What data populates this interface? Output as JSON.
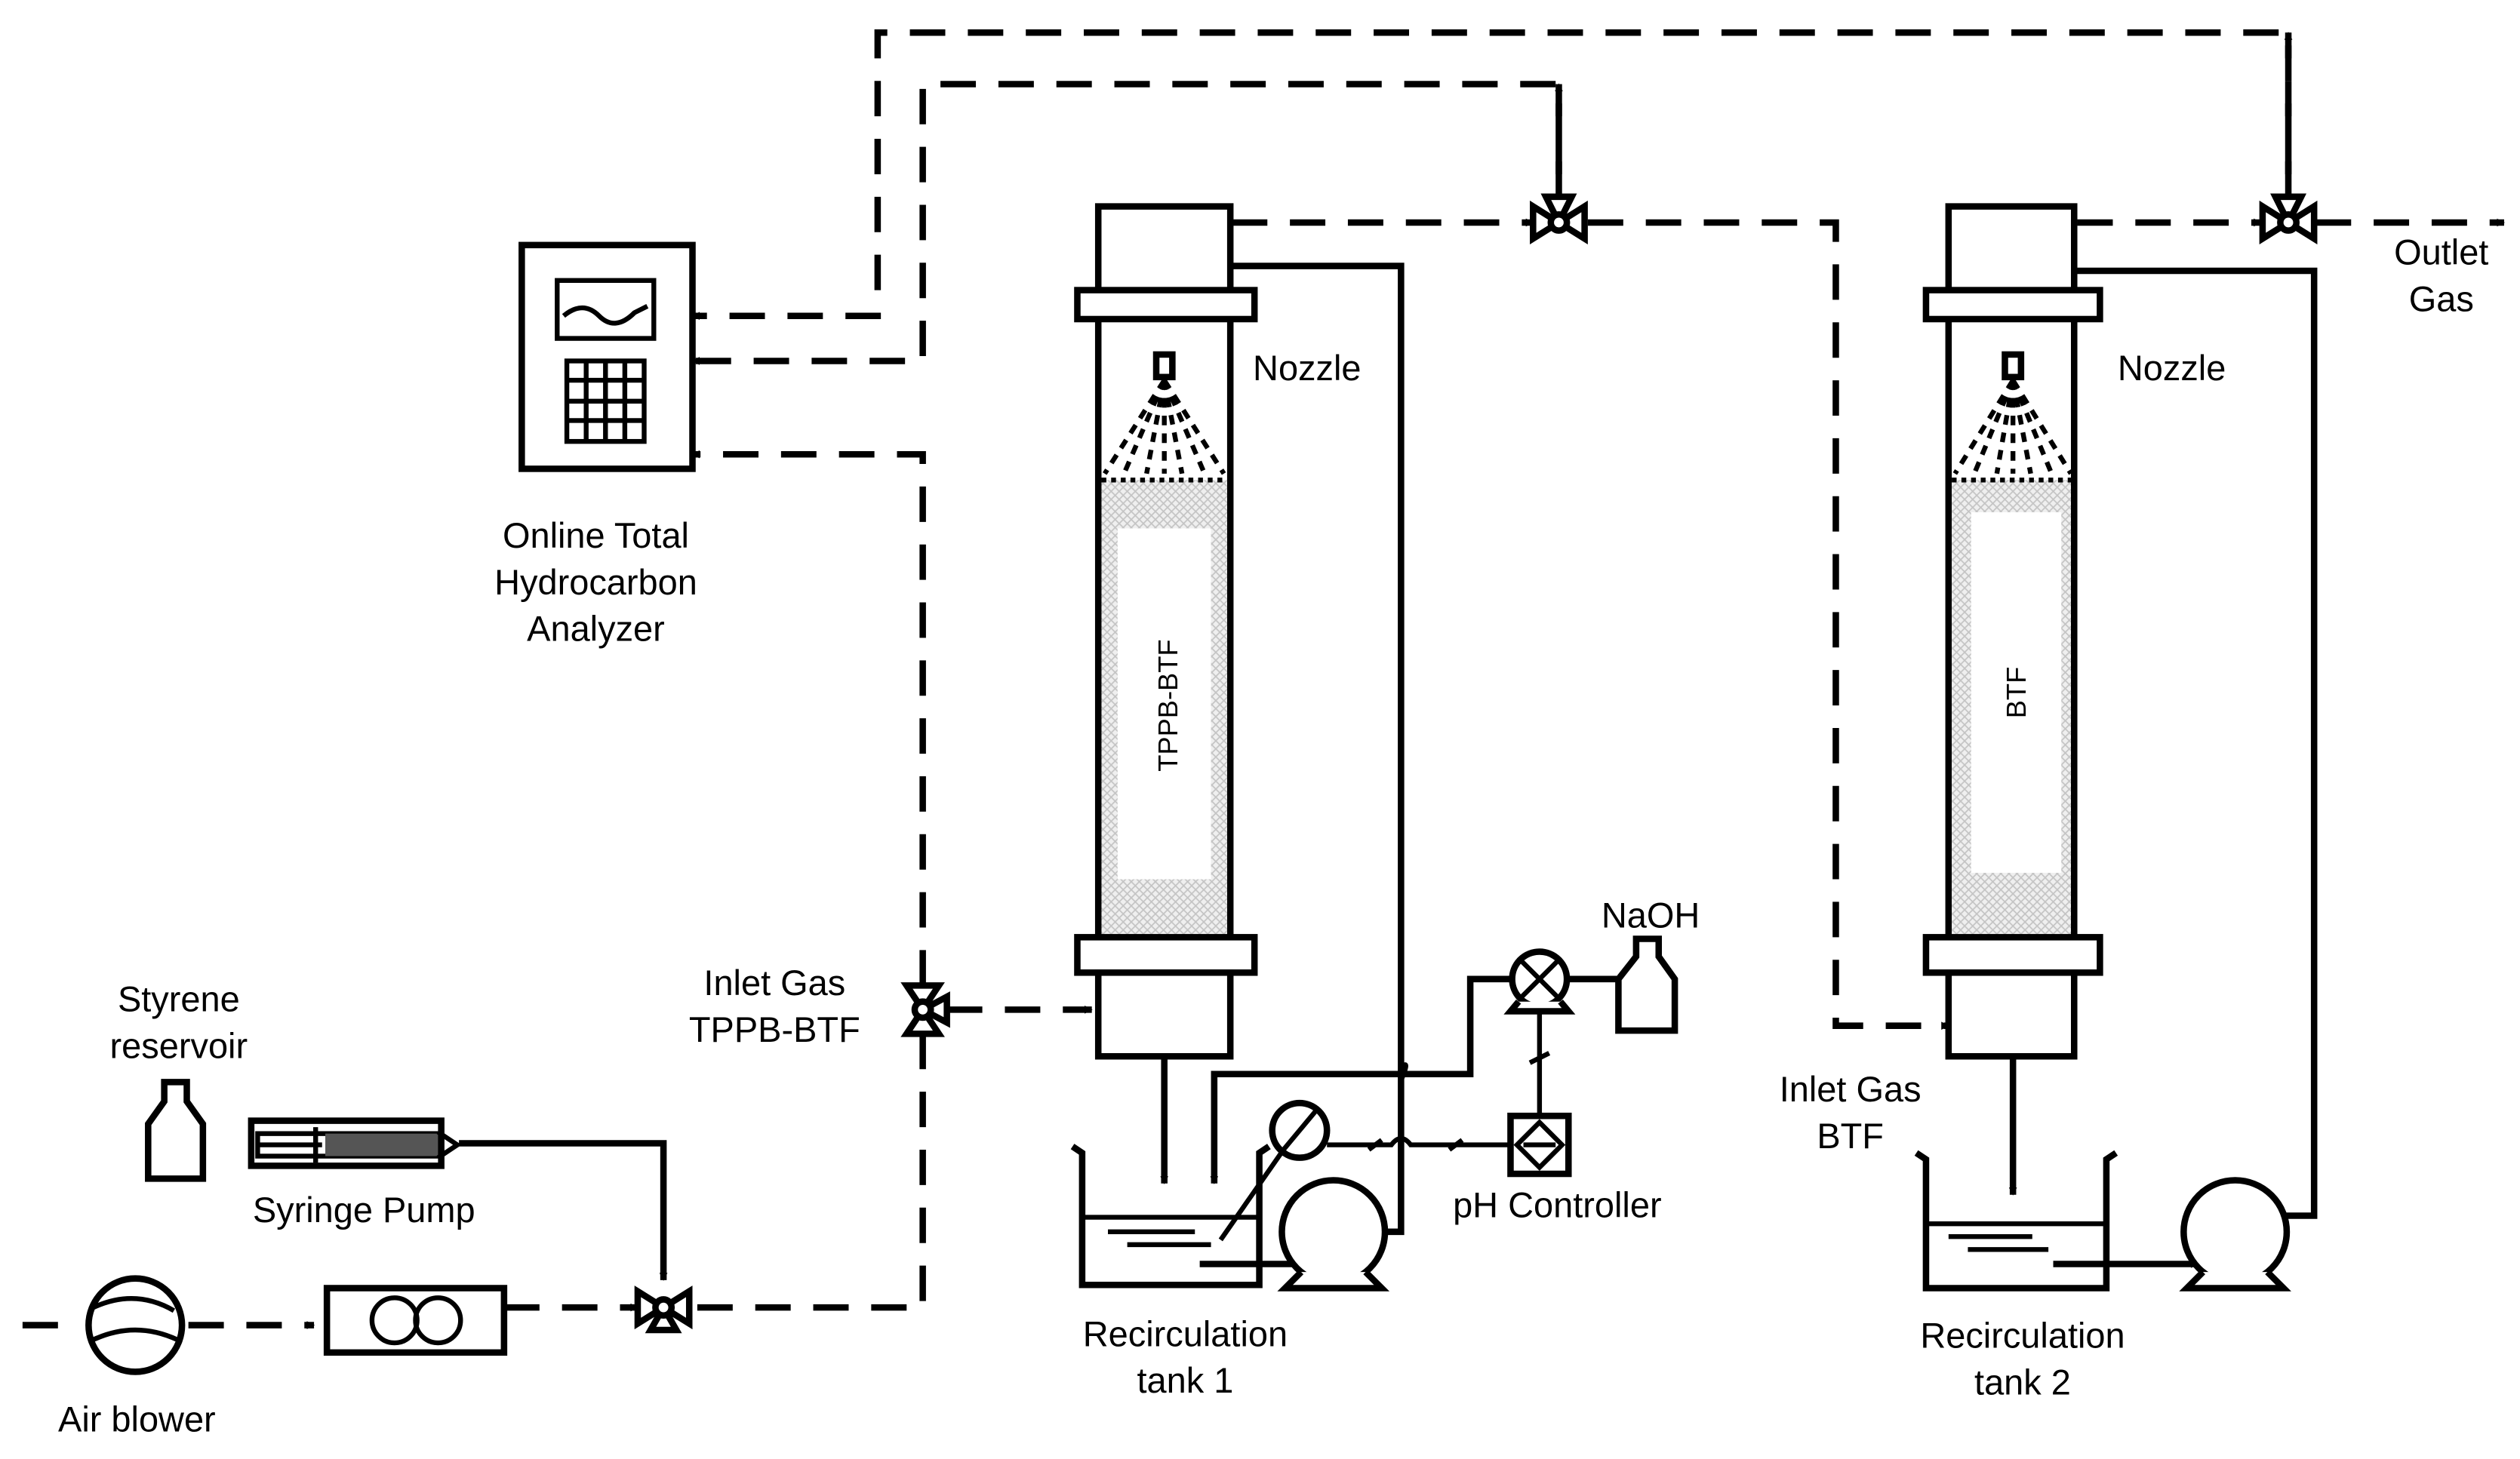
{
  "labels": {
    "analyzer": [
      "Online Total",
      "Hydrocarbon",
      "Analyzer"
    ],
    "nozzle_1": "Nozzle",
    "nozzle_2": "Nozzle",
    "column_1": "TPPB-BTF",
    "column_2": "BTF",
    "outlet": [
      "Outlet",
      "Gas"
    ],
    "naoh": "NaOH",
    "inlet_gas_1": [
      "Inlet Gas",
      "TPPB-BTF"
    ],
    "inlet_gas_2": [
      "Inlet Gas",
      "BTF"
    ],
    "styrene": [
      "Styrene",
      "reservoir"
    ],
    "syringe_pump": "Syringe Pump",
    "ph_controller": "pH Controller",
    "tank_1": [
      "Recirculation",
      "tank 1"
    ],
    "tank_2": [
      "Recirculation",
      "tank 2"
    ],
    "air_blower": "Air blower"
  },
  "colors": {
    "line": "#000000",
    "background": "#ffffff",
    "packing": "#d6d6d6"
  },
  "icons": [
    "valve-icon",
    "pump-icon",
    "fan-icon",
    "flowmeter-icon",
    "bottle-icon",
    "ph-probe-icon",
    "nozzle-spray-icon"
  ]
}
